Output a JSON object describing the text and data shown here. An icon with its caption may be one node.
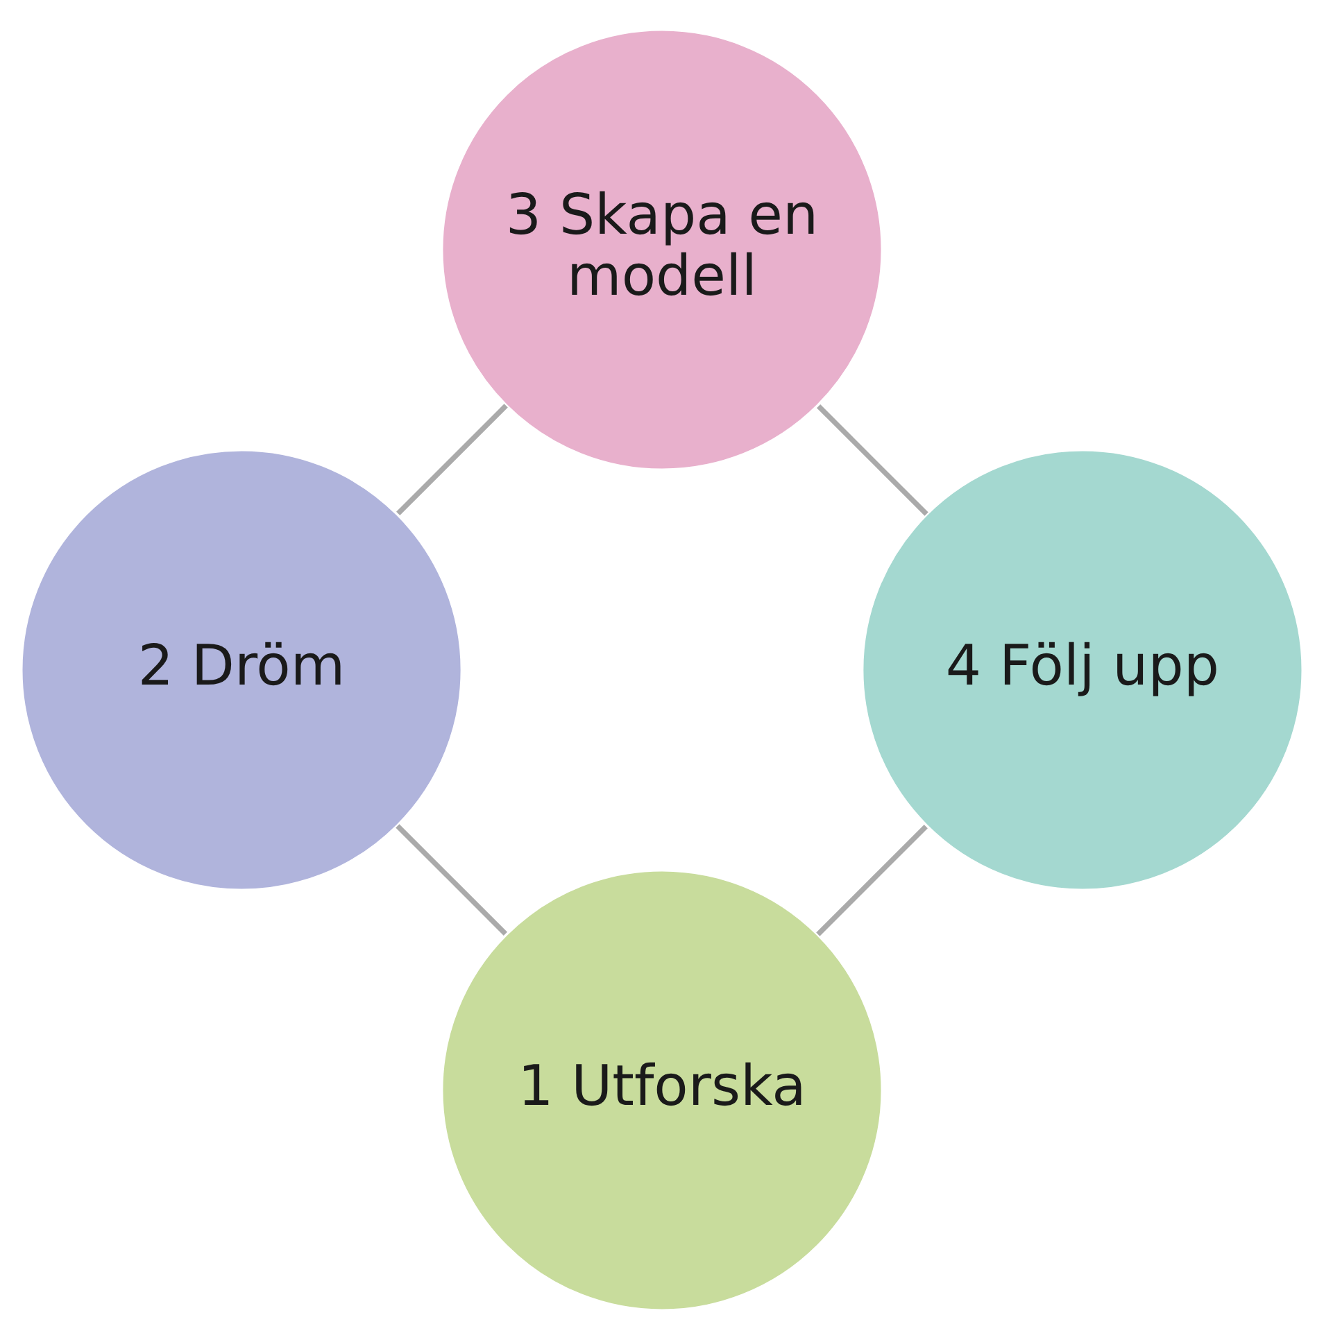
{
  "diagram": {
    "nodes": [
      {
        "text": [
          "1 Utforska"
        ]
      },
      {
        "text": [
          "2 Dröm"
        ]
      },
      {
        "text": [
          "3 Skapa en modell"
        ]
      },
      {
        "text": [
          "4 Följ upp"
        ]
      }
    ],
    "edges": [
      {
        "from": 0,
        "to": 1,
        "arrow": "none"
      },
      {
        "from": 1,
        "to": 2,
        "arrow": "none"
      },
      {
        "from": 2,
        "to": 3,
        "arrow": "none"
      },
      {
        "from": 3,
        "to": 0,
        "arrow": "none"
      }
    ]
  }
}
